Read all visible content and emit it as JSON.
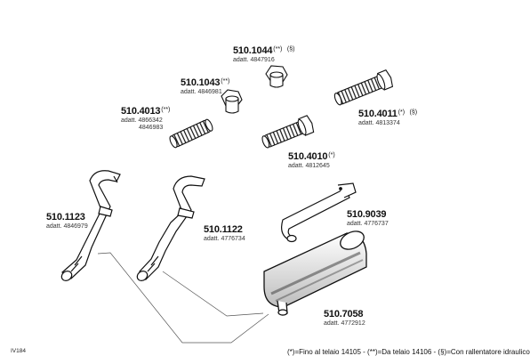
{
  "parts": [
    {
      "id": "p1044",
      "code": "510.1044",
      "note": "(**)",
      "note2": "(§)",
      "adatt": [
        "adatt. 4847916"
      ]
    },
    {
      "id": "p1043",
      "code": "510.1043",
      "note": "(**)",
      "note2": "",
      "adatt": [
        "adatt. 4846981"
      ]
    },
    {
      "id": "p4013",
      "code": "510.4013",
      "note": "(**)",
      "note2": "",
      "adatt": [
        "adatt. 4866342",
        "4846983"
      ]
    },
    {
      "id": "p4011",
      "code": "510.4011",
      "note": "(*)",
      "note2": "(§)",
      "adatt": [
        "adatt. 4813374"
      ]
    },
    {
      "id": "p4010",
      "code": "510.4010",
      "note": "(*)",
      "note2": "",
      "adatt": [
        "adatt. 4812645"
      ]
    },
    {
      "id": "p1123",
      "code": "510.1123",
      "note": "",
      "note2": "",
      "adatt": [
        "adatt. 4846979"
      ]
    },
    {
      "id": "p1122",
      "code": "510.1122",
      "note": "",
      "note2": "",
      "adatt": [
        "adatt. 4776734"
      ]
    },
    {
      "id": "p9039",
      "code": "510.9039",
      "note": "",
      "note2": "",
      "adatt": [
        "adatt. 4776737"
      ]
    },
    {
      "id": "p7058",
      "code": "510.7058",
      "note": "",
      "note2": "",
      "adatt": [
        "adatt. 4772912"
      ]
    }
  ],
  "footer": "(*)=Fino al telaio 14105  -  (**)=Da telaio 14106  -  (§)=Con rallentatore idraulico",
  "page_id": "IV184",
  "colors": {
    "ink": "#111111",
    "part_fill": "#ffffff",
    "shade": "#9a9a9a"
  }
}
